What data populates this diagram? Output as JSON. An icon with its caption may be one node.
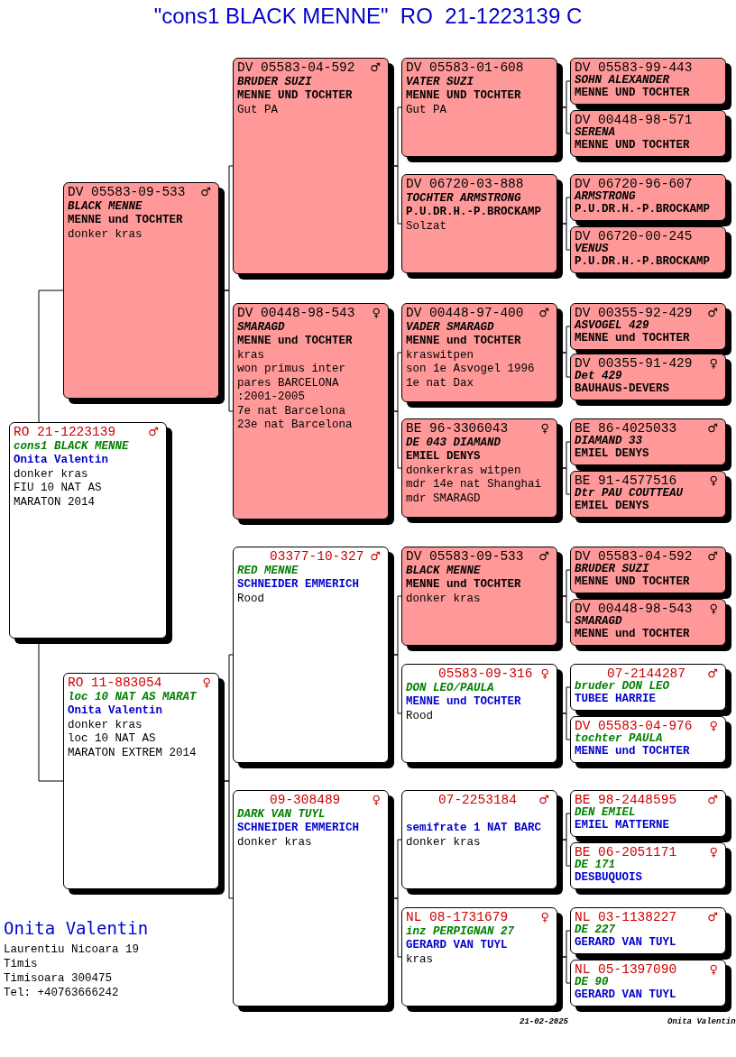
{
  "diagram": {
    "title": "\"cons1 BLACK MENNE\"  RO  21-1223139 C",
    "nodes": [
      {
        "text": [
          "RO 21-1223139",
          "♂",
          "cons1 BLACK MENNE",
          "Onita Valentin",
          "donker kras",
          "FIU 10 NAT AS",
          "MARATON 2014"
        ]
      },
      {
        "text": [
          "DV 05583-09-533",
          "♂",
          "BLACK MENNE",
          "MENNE und TOCHTER",
          "donker kras"
        ]
      },
      {
        "text": [
          "RO 11-883054",
          "♀",
          "loc 10 NAT AS MARAT",
          "Onita Valentin",
          "donker kras",
          "loc 10 NAT AS",
          "MARATON EXTREM 2014"
        ]
      },
      {
        "text": [
          "DV 05583-04-592",
          "♂",
          "BRUDER SUZI",
          "MENNE UND TOCHTER",
          "Gut PA"
        ]
      },
      {
        "text": [
          "DV 00448-98-543",
          "♀",
          "SMARAGD",
          "MENNE und TOCHTER",
          "kras",
          "won primus inter pares BARCELONA :2001-2005",
          "7e nat Barcelona",
          "23e nat Barcelona"
        ]
      },
      {
        "text": [
          "03377-10-327",
          "♂",
          "RED MENNE",
          "SCHNEIDER EMMERICH",
          "Rood"
        ]
      },
      {
        "text": [
          "09-308489",
          "♀",
          "DARK VAN TUYL",
          "SCHNEIDER EMMERICH",
          "donker kras"
        ]
      },
      {
        "text": [
          "DV 05583-01-608",
          "VATER SUZI",
          "MENNE UND TOCHTER",
          "Gut PA"
        ]
      },
      {
        "text": [
          "DV 06720-03-888",
          "TOCHTER ARMSTRONG",
          "P.U.DR.H.-P.BROCKAMP",
          "Solzat"
        ]
      },
      {
        "text": [
          "DV 00448-97-400",
          "♂",
          "VADER SMARAGD",
          "MENNE und TOCHTER",
          "kraswitpen",
          "son 1e Asvogel 1996",
          "1e nat Dax"
        ]
      },
      {
        "text": [
          "BE 96-3306043",
          "♀",
          "DE 043 DIAMAND",
          "EMIEL DENYS",
          "donkerkras witpen",
          "mdr 14e nat Shanghai",
          "mdr SMARAGD"
        ]
      },
      {
        "text": [
          "DV 05583-09-533",
          "♂",
          "BLACK MENNE",
          "MENNE und TOCHTER",
          "donker kras"
        ]
      },
      {
        "text": [
          "05583-09-316",
          "♀",
          "DON LEO/PAULA",
          "MENNE und TOCHTER",
          "Rood"
        ]
      },
      {
        "text": [
          "07-2253184",
          "♂",
          "semifrate 1 NAT BARC",
          "donker kras"
        ]
      },
      {
        "text": [
          "NL 08-1731679",
          "♀",
          "inz PERPIGNAN 27",
          "GERARD VAN TUYL",
          "kras"
        ]
      },
      {
        "text": [
          "DV 05583-99-443",
          "SOHN ALEXANDER",
          "MENNE UND TOCHTER"
        ]
      },
      {
        "text": [
          "DV 00448-98-571",
          "SERENA",
          "MENNE UND TOCHTER"
        ]
      },
      {
        "text": [
          "DV 06720-96-607",
          "ARMSTRONG",
          "P.U.DR.H.-P.BROCKAMP"
        ]
      },
      {
        "text": [
          "DV 06720-00-245",
          "VENUS",
          "P.U.DR.H.-P.BROCKAMP"
        ]
      },
      {
        "text": [
          "DV 00355-92-429",
          "♂",
          "ASVOGEL 429",
          "MENNE und TOCHTER"
        ]
      },
      {
        "text": [
          "DV 00355-91-429",
          "♀",
          "Det 429",
          "BAUHAUS-DEVERS"
        ]
      },
      {
        "text": [
          "BE 86-4025033",
          "♂",
          "DIAMAND 33",
          "EMIEL DENYS"
        ]
      },
      {
        "text": [
          "BE 91-4577516",
          "♀",
          "Dtr PAU COUTTEAU",
          "EMIEL DENYS"
        ]
      },
      {
        "text": [
          "DV 05583-04-592",
          "♂",
          "BRUDER SUZI",
          "MENNE UND TOCHTER"
        ]
      },
      {
        "text": [
          "DV 00448-98-543",
          "♀",
          "SMARAGD",
          "MENNE und TOCHTER"
        ]
      },
      {
        "text": [
          "07-2144287",
          "♂",
          "bruder DON LEO",
          "TUBEE HARRIE"
        ]
      },
      {
        "text": [
          "DV 05583-04-976",
          "♀",
          "tochter PAULA",
          "MENNE und TOCHTER"
        ]
      },
      {
        "text": [
          "BE 98-2448595",
          "♂",
          "DEN EMIEL",
          "EMIEL MATTERNE"
        ]
      },
      {
        "text": [
          "BE 06-2051171",
          "♀",
          "DE 171",
          "DESBUQUOIS"
        ]
      },
      {
        "text": [
          "NL 03-1138227",
          "♂",
          "DE 227",
          "GERARD VAN TUYL"
        ]
      },
      {
        "text": [
          "NL 05-1397090",
          "♀",
          "DE 90",
          "GERARD VAN TUYL"
        ]
      }
    ],
    "edges": [
      {
        "from": 0,
        "to": 1,
        "arrow": "none"
      },
      {
        "from": 0,
        "to": 2,
        "arrow": "none"
      },
      {
        "from": 1,
        "to": 3,
        "arrow": "none"
      },
      {
        "from": 1,
        "to": 4,
        "arrow": "none"
      },
      {
        "from": 2,
        "to": 5,
        "arrow": "none"
      },
      {
        "from": 2,
        "to": 6,
        "arrow": "none"
      },
      {
        "from": 3,
        "to": 7,
        "arrow": "none"
      },
      {
        "from": 3,
        "to": 8,
        "arrow": "none"
      },
      {
        "from": 4,
        "to": 9,
        "arrow": "none"
      },
      {
        "from": 4,
        "to": 10,
        "arrow": "none"
      },
      {
        "from": 5,
        "to": 11,
        "arrow": "none"
      },
      {
        "from": 5,
        "to": 12,
        "arrow": "none"
      },
      {
        "from": 6,
        "to": 13,
        "arrow": "none"
      },
      {
        "from": 6,
        "to": 14,
        "arrow": "none"
      },
      {
        "from": 7,
        "to": 15,
        "arrow": "none"
      },
      {
        "from": 7,
        "to": 16,
        "arrow": "none"
      },
      {
        "from": 8,
        "to": 17,
        "arrow": "none"
      },
      {
        "from": 8,
        "to": 18,
        "arrow": "none"
      },
      {
        "from": 9,
        "to": 19,
        "arrow": "none"
      },
      {
        "from": 9,
        "to": 20,
        "arrow": "none"
      },
      {
        "from": 10,
        "to": 21,
        "arrow": "none"
      },
      {
        "from": 10,
        "to": 22,
        "arrow": "none"
      },
      {
        "from": 11,
        "to": 23,
        "arrow": "none"
      },
      {
        "from": 11,
        "to": 24,
        "arrow": "none"
      },
      {
        "from": 12,
        "to": 25,
        "arrow": "none"
      },
      {
        "from": 12,
        "to": 26,
        "arrow": "none"
      },
      {
        "from": 13,
        "to": 27,
        "arrow": "none"
      },
      {
        "from": 13,
        "to": 28,
        "arrow": "none"
      },
      {
        "from": 14,
        "to": 29,
        "arrow": "none"
      },
      {
        "from": 14,
        "to": 30,
        "arrow": "none"
      }
    ],
    "labels": [
      "Onita Valentin",
      "Laurentiu Nicoara 19",
      "Timis",
      "Timisoara 300475",
      "Tel: +40763666242",
      "21-02-2025",
      "Onita Valentin"
    ]
  }
}
